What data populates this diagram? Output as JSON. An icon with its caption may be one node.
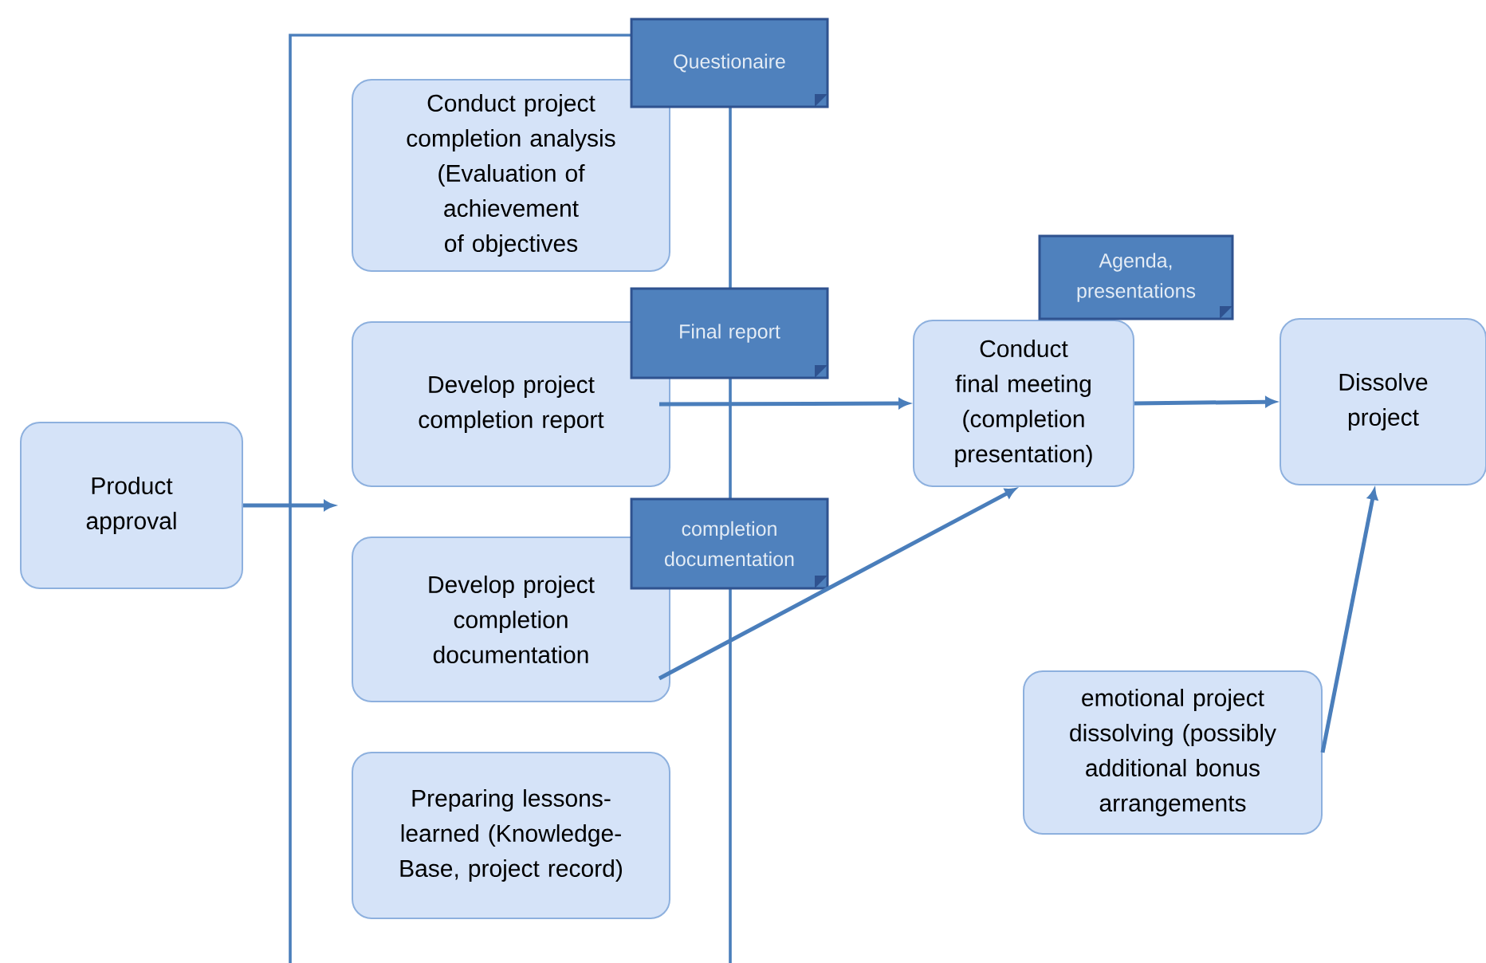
{
  "diagram": {
    "nodes": [
      {
        "text": [
          "Product approval"
        ]
      },
      {
        "text": [
          "Conduct project completion analysis (Evaluation of achievement of objectives"
        ]
      },
      {
        "text": [
          "Questionaire"
        ]
      },
      {
        "text": [
          "Develop project completion report"
        ]
      },
      {
        "text": [
          "Final report"
        ]
      },
      {
        "text": [
          "Develop project completion documentation"
        ]
      },
      {
        "text": [
          "completion documentation"
        ]
      },
      {
        "text": [
          "Preparing lessons-learned (Knowledge-Base, project record)"
        ]
      },
      {
        "text": [
          "Conduct final meeting (completion presentation)"
        ]
      },
      {
        "text": [
          "Agenda, presentations"
        ]
      },
      {
        "text": [
          "Dissolve project"
        ]
      },
      {
        "text": [
          "emotional project dissolving (possibly additional bonus arrangements"
        ]
      }
    ],
    "edges": [
      {
        "from": 0,
        "to": null,
        "arrow": "to"
      },
      {
        "from": 3,
        "to": 8,
        "arrow": "to"
      },
      {
        "from": 5,
        "to": 8,
        "arrow": "to"
      },
      {
        "from": 8,
        "to": 10,
        "arrow": "to"
      },
      {
        "from": 11,
        "to": 10,
        "arrow": "to"
      }
    ]
  }
}
